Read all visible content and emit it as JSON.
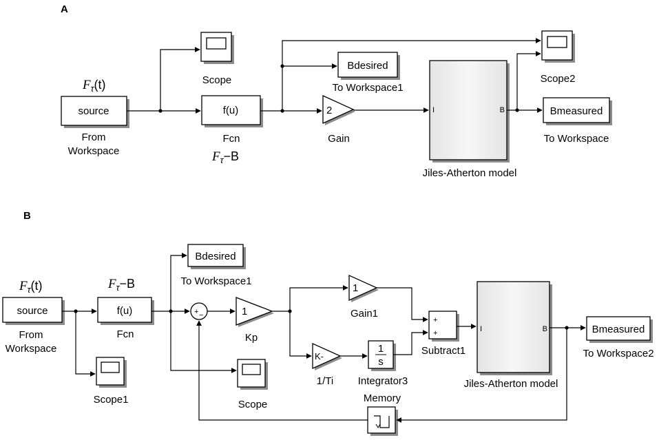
{
  "panel_a": {
    "label": "A",
    "source_expr": {
      "main": "F",
      "sub": "τ",
      "rest": "(t)"
    },
    "from_workspace": {
      "content": "source",
      "name_line1": "From",
      "name_line2": "Workspace"
    },
    "scope": {
      "name": "Scope"
    },
    "fcn": {
      "content": "f(u)",
      "name": "Fcn"
    },
    "fcn_expr": {
      "main": "F",
      "sub": "τ",
      "rest": "−B"
    },
    "to_workspace1": {
      "content": "Bdesired",
      "name": "To Workspace1"
    },
    "gain": {
      "value": "2",
      "name": "Gain"
    },
    "ja_model": {
      "in_port": "I",
      "out_port": "B",
      "name": "Jiles-Atherton model"
    },
    "scope2": {
      "name": "Scope2"
    },
    "to_workspace": {
      "content": "Bmeasured",
      "name": "To Workspace"
    }
  },
  "panel_b": {
    "label": "B",
    "source_expr": {
      "main": "F",
      "sub": "τ",
      "rest": "(t)"
    },
    "from_workspace": {
      "content": "source",
      "name_line1": "From",
      "name_line2": "Workspace"
    },
    "fcn_expr": {
      "main": "F",
      "sub": "τ",
      "rest": "−B"
    },
    "fcn": {
      "content": "f(u)",
      "name": "Fcn"
    },
    "scope1": {
      "name": "Scope1"
    },
    "to_workspace1": {
      "content": "Bdesired",
      "name": "To Workspace1"
    },
    "sum": {
      "sign_plus": "+",
      "sign_minus": "−"
    },
    "kp": {
      "value": "1",
      "name": "Kp"
    },
    "scope": {
      "name": "Scope"
    },
    "gain1": {
      "value": "1",
      "name": "Gain1"
    },
    "inv_ti": {
      "value": "K-",
      "name": "1/Ti"
    },
    "integrator": {
      "numerator": "1",
      "denominator": "s",
      "name": "Integrator3"
    },
    "subtract": {
      "sign1": "+",
      "sign2": "+",
      "name": "Subtract1"
    },
    "ja_model": {
      "in_port": "I",
      "out_port": "B",
      "name": "Jiles-Atherton model"
    },
    "to_workspace2": {
      "content": "Bmeasured",
      "name": "To Workspace2"
    },
    "memory": {
      "name": "Memory"
    }
  }
}
